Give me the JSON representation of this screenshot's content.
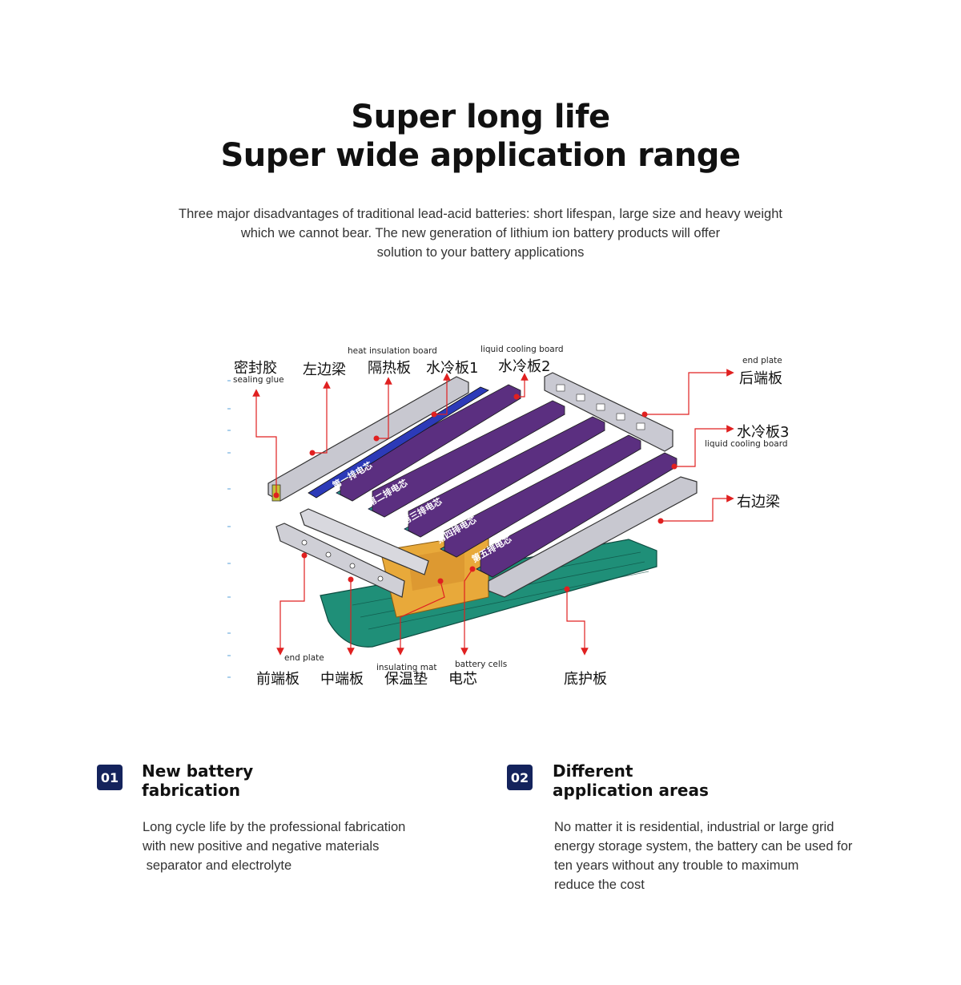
{
  "hero": {
    "title_line1": "Super long life",
    "title_line2": "Super wide application range",
    "intro_line1": "Three major disadvantages of traditional lead-acid batteries: short lifespan, large size and heavy weight",
    "intro_line2": "which we cannot bear. The new generation of lithium ion battery products will offer",
    "intro_line3": "solution to your battery applications"
  },
  "diagram": {
    "sealing_glue_cn": "密封胶",
    "sealing_glue_en": "sealing glue",
    "left_beam_cn": "左边梁",
    "heat_insulation_en": "heat insulation board",
    "heat_insulation_cn": "隔热板",
    "liquid_cooling1_cn": "水冷板1",
    "liquid_cooling_top_en": "liquid cooling board",
    "liquid_cooling2_cn": "水冷板2",
    "end_plate_rear_en": "end plate",
    "end_plate_rear_cn": "后端板",
    "liquid_cooling3_cn": "水冷板3",
    "liquid_cooling3_en": "liquid cooling board",
    "right_beam_cn": "右边梁",
    "end_plate_front_en": "end plate",
    "front_end_plate_cn": "前端板",
    "middle_end_plate_cn": "中端板",
    "insulating_mat_en": "insulating mat",
    "insulating_mat_cn": "保温垫",
    "battery_cells_en": "battery cells",
    "battery_cells_cn": "电芯",
    "bottom_plate_cn": "底护板",
    "row_labels": [
      "第一排电芯",
      "第二排电芯",
      "第三排电芯",
      "第四排电芯",
      "第五排电芯"
    ]
  },
  "features": [
    {
      "number": "01",
      "title_line1": "New battery",
      "title_line2": "fabrication",
      "text_line1": "Long cycle life by the professional fabrication",
      "text_line2": "with new positive and negative materials",
      "text_line3": " separator and electrolyte"
    },
    {
      "number": "02",
      "title_line1": "Different",
      "title_line2": "application areas",
      "text_line1": "No matter it is residential, industrial or large grid",
      "text_line2": "energy storage system, the battery can be used for",
      "text_line3": "ten years without any trouble to maximum",
      "text_line4": "reduce the cost"
    }
  ],
  "colors": {
    "badge": "#14235c",
    "arrow": "#e02020",
    "cooling": "#1f9a86",
    "cells": "#6b3d8c",
    "mat": "#e8a93a"
  }
}
